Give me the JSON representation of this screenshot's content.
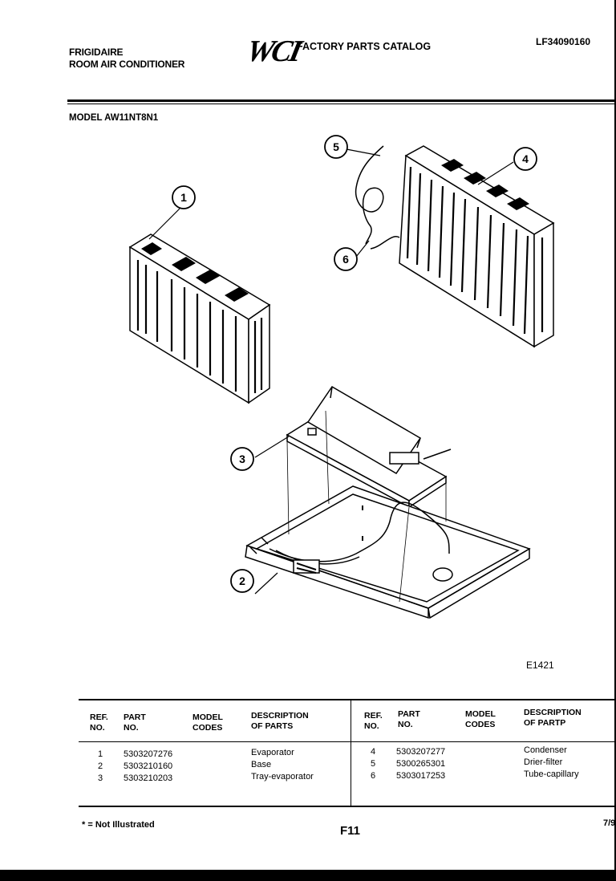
{
  "header": {
    "brand_line1": "FRIGIDAIRE",
    "brand_line2": "ROOM AIR CONDITIONER",
    "logo": "WCI",
    "catalog_title": "FACTORY PARTS CATALOG",
    "catalog_number": "LF34090160"
  },
  "model_line": "MODEL AW11NT8N1",
  "diagram": {
    "callouts": [
      "1",
      "2",
      "3",
      "4",
      "5",
      "6"
    ],
    "figure_id": "E1421"
  },
  "table": {
    "headers": {
      "ref_l1": "REF.",
      "ref_l2": "NO.",
      "part_l1": "PART",
      "part_l2": "NO.",
      "model_l1": "MODEL",
      "model_l2": "CODES",
      "desc_l1": "DESCRIPTION",
      "desc_l2": "OF PARTS",
      "desc_r_l2": "OF PARTP"
    },
    "left_rows": [
      {
        "ref": "1",
        "part": "5303207276",
        "desc": "Evaporator"
      },
      {
        "ref": "2",
        "part": "5303210160",
        "desc": "Base"
      },
      {
        "ref": "3",
        "part": "5303210203",
        "desc": "Tray-evaporator"
      }
    ],
    "right_rows": [
      {
        "ref": "4",
        "part": "5303207277",
        "desc": "Condenser"
      },
      {
        "ref": "5",
        "part": "5300265301",
        "desc": "Drier-filter"
      },
      {
        "ref": "6",
        "part": "5303017253",
        "desc": "Tube-capillary"
      }
    ]
  },
  "footer": {
    "footnote": "* = Not Illustrated",
    "page": "F11",
    "date": "7/9"
  }
}
